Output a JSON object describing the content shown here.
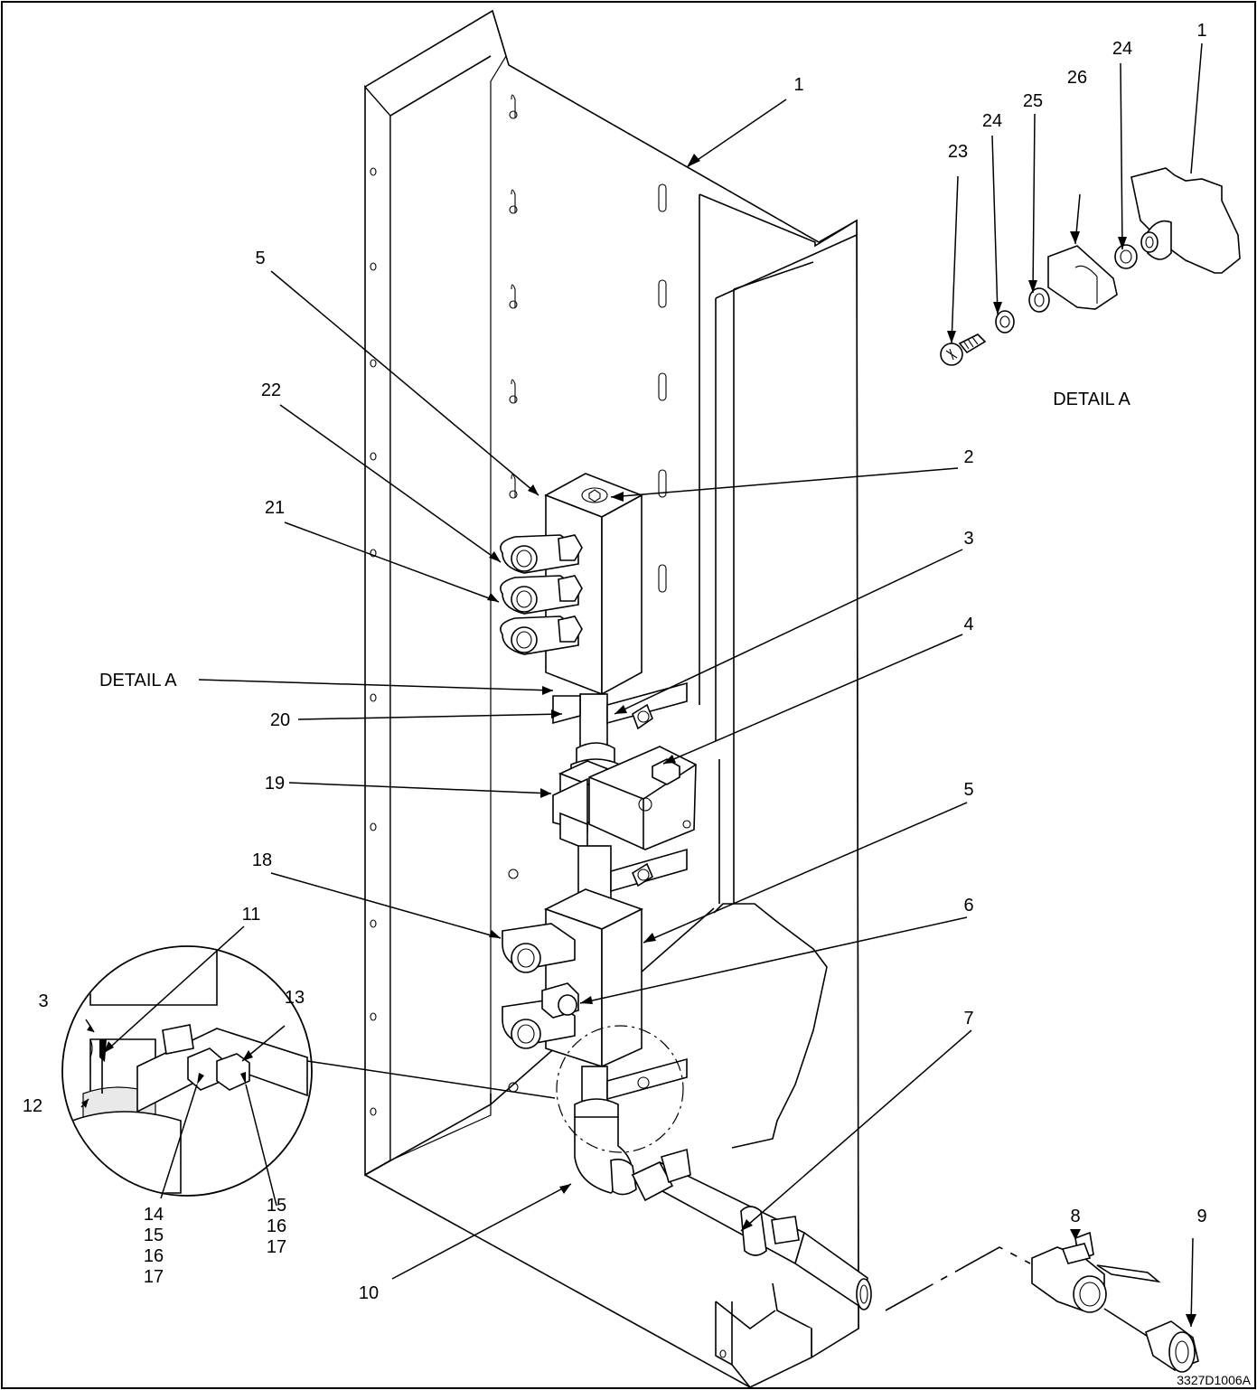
{
  "drawing_number": "3327D1006A",
  "detail_a": {
    "title": "DETAIL A",
    "callouts": [
      "23",
      "24",
      "25",
      "26",
      "24",
      "1"
    ]
  },
  "main_callouts": {
    "frame": "1",
    "top_manifold": "5",
    "plug": "2",
    "fitting_22": "22",
    "fitting_21": "21",
    "tube_3": "3",
    "elbow_4": "4",
    "detail_a_ref": "DETAIL A",
    "nipple_20": "20",
    "valve_19": "19",
    "fitting_18": "18",
    "lower_manifold": "5",
    "fitting_6": "6",
    "pipe_7": "7",
    "elbow_10": "10"
  },
  "inset_callouts": {
    "c11": "11",
    "c3": "3",
    "c13": "13",
    "c12": "12",
    "stack_14": [
      "14",
      "15",
      "16",
      "17"
    ],
    "stack_15": [
      "15",
      "16",
      "17"
    ]
  },
  "valve_callouts": {
    "ball_valve": "8",
    "adapter": "9"
  }
}
